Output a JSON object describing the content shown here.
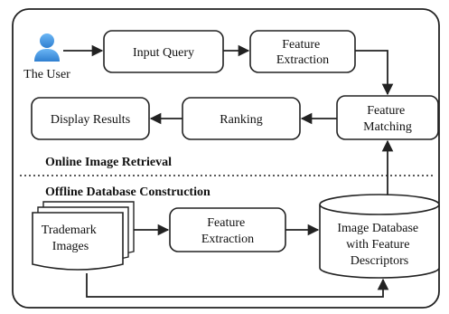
{
  "sections": {
    "online": "Online Image Retrieval",
    "offline": "Offline Database Construction"
  },
  "nodes": {
    "user": "The User",
    "input_query": "Input Query",
    "feature_extraction_top": [
      "Feature",
      "Extraction"
    ],
    "feature_matching": [
      "Feature",
      "Matching"
    ],
    "ranking": "Ranking",
    "display_results": "Display Results",
    "trademark_images": [
      "Trademark",
      "Images"
    ],
    "feature_extraction_bottom": [
      "Feature",
      "Extraction"
    ],
    "image_database": [
      "Image Database",
      "with Feature",
      "Descriptors"
    ]
  },
  "colors": {
    "user_icon": "#3a8fe0",
    "stroke": "#222222"
  },
  "icons": {
    "user": "user-icon"
  }
}
